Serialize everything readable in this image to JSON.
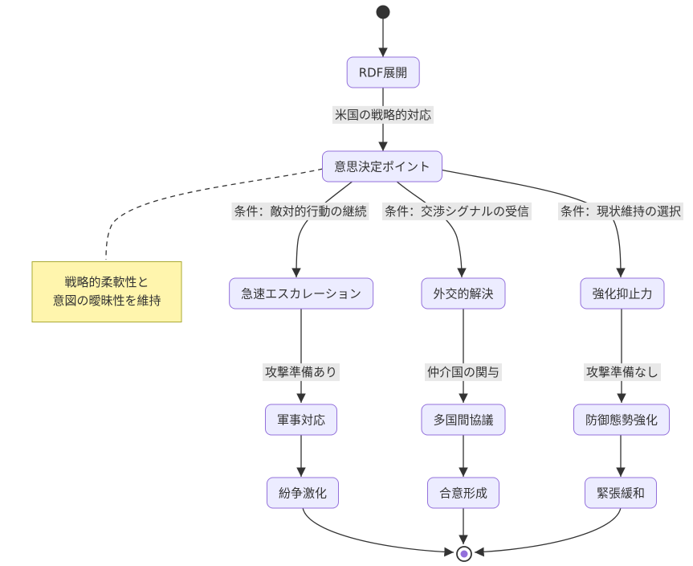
{
  "nodes": {
    "rdf": "RDF展開",
    "decision": "意思決定ポイント",
    "escalation": "急速エスカレーション",
    "diplomacy": "外交的解決",
    "deterrence": "強化抑止力",
    "military": "軍事対応",
    "multilateral": "多国間協議",
    "defense": "防御態勢強化",
    "conflict": "紛争激化",
    "agreement": "合意形成",
    "detente": "緊張緩和"
  },
  "edge_labels": {
    "us_response": "米国の戦略的対応",
    "cond_hostile": "条件：敵対的行動の継続",
    "cond_nego": "条件：交渉シグナルの受信",
    "cond_status": "条件：現状維持の選択",
    "attack_ready": "攻撃準備あり",
    "mediator": "仲介国の関与",
    "attack_not_ready": "攻撃準備なし"
  },
  "note": {
    "line1": "戦略的柔軟性と",
    "line2": "意図の曖昧性を維持"
  },
  "colors": {
    "node_fill": "#ECECFF",
    "node_border": "#9370DB",
    "note_fill": "#FFF5AD",
    "note_border": "#AAAA33",
    "label_bg": "#E8E8E8",
    "edge": "#333333",
    "text": "#333333",
    "start_fill": "#333333",
    "end_inner": "#9370DB"
  }
}
